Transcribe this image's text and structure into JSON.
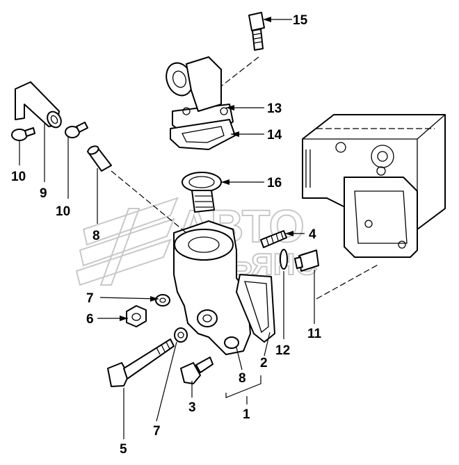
{
  "watermark": {
    "line1": "АВТО",
    "line2": "АЛЬЯНС"
  },
  "callouts": [
    {
      "id": "c15",
      "text": "15"
    },
    {
      "id": "c13",
      "text": "13"
    },
    {
      "id": "c14",
      "text": "14"
    },
    {
      "id": "c16",
      "text": "16"
    },
    {
      "id": "c4",
      "text": "4"
    },
    {
      "id": "c10a",
      "text": "10"
    },
    {
      "id": "c9",
      "text": "9"
    },
    {
      "id": "c10b",
      "text": "10"
    },
    {
      "id": "c8a",
      "text": "8"
    },
    {
      "id": "c7a",
      "text": "7"
    },
    {
      "id": "c6",
      "text": "6"
    },
    {
      "id": "c12",
      "text": "12"
    },
    {
      "id": "c11",
      "text": "11"
    },
    {
      "id": "c2",
      "text": "2"
    },
    {
      "id": "c8b",
      "text": "8"
    },
    {
      "id": "c1",
      "text": "1"
    },
    {
      "id": "c3",
      "text": "3"
    },
    {
      "id": "c5",
      "text": "5"
    },
    {
      "id": "c7b",
      "text": "7"
    }
  ]
}
